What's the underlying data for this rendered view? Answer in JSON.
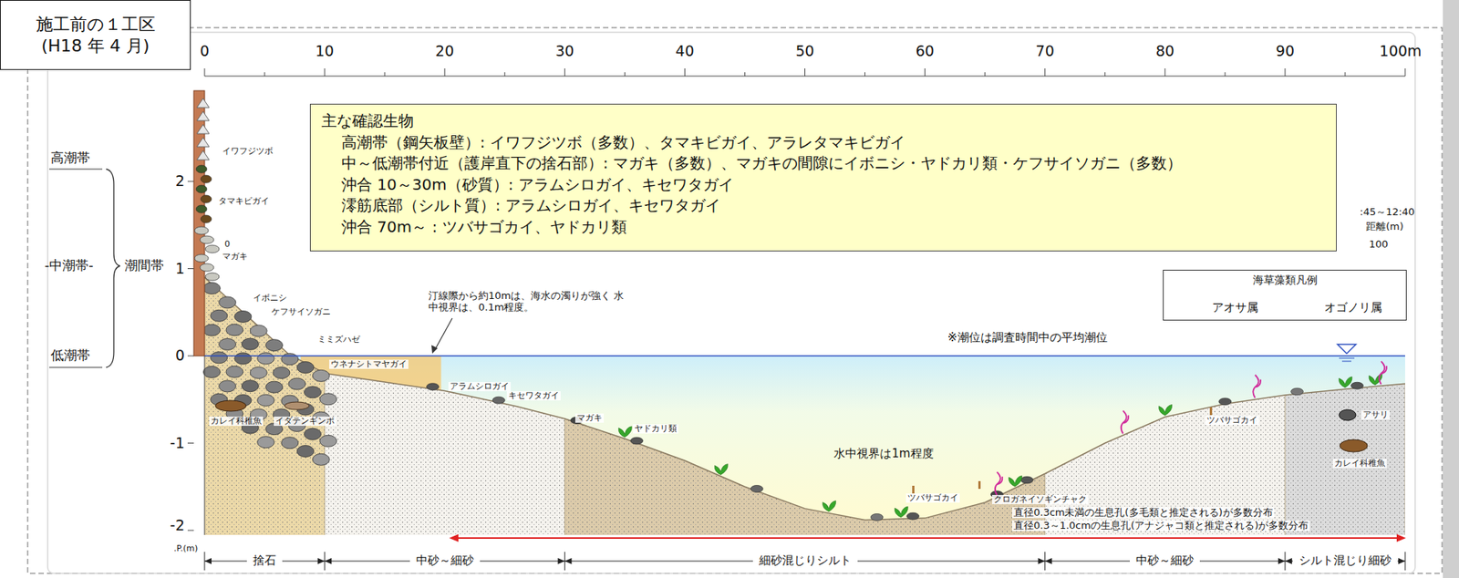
{
  "diagram": {
    "nodes": [
      {
        "text": [
          "施工前の１工区 (H18 年 4 月)"
        ]
      },
      {
        "text": [
          "主な確認生物",
          "高潮帯（鋼矢板壁）: イワフジツボ（多数）、タマキビガイ、アラレタマキビガイ",
          "中～低潮帯付近（護岸直下の捨石部）: マガキ（多数）、マガキの間隙にイボニシ・ヤドカリ類・ケフサイソガニ（多数）",
          "沖合 10～30m（砂質）: アラムシロガイ、キセワタガイ",
          "澪筋底部（シルト質）: アラムシロガイ、キセワタガイ",
          "沖合 70m～ : ツバサゴカイ、ヤドカリ類"
        ]
      },
      {
        "text": [
          "海草藻類凡例"
        ]
      }
    ],
    "labels": [
      "0",
      "10",
      "20",
      "30",
      "40",
      "50",
      "60",
      "70",
      "80",
      "90",
      "100m",
      "2",
      "1",
      "0",
      "-1",
      "-2",
      "高潮帯",
      "-中潮帯-",
      "低潮帯",
      "潮間帯",
      ":45～12:40",
      "距離(m)",
      "100",
      "イワフジツボ",
      "タマキビガイ",
      "0",
      "マガキ",
      "イボニシ",
      "ケフサイソガニ",
      "ミミズハゼ",
      "ウネナシトマヤガイ",
      "カレイ科稚魚",
      "イダテンギンポ",
      "汀線際から約10mは、海水の濁りが強く 水中視界は、0.1m程度。",
      "アラムシロガイ",
      "キセワタガイ",
      "マガキ",
      "ヤドカリ類",
      "※潮位は調査時間中の平均潮位",
      "水中視界は1m程度",
      "ツバサゴカイ",
      "クロガネイソギンチャク",
      "直径0.3cm未満の生息孔(多毛類と推定される)が多数分布",
      "直径0.3～1.0cmの生息孔(アナジャコ類と推定される)が多数分布",
      "ツバサゴカイ",
      "アサリ",
      "カレイ科稚魚",
      ".P.(m)",
      "捨石",
      "中砂～細砂",
      "細砂混じりシルト",
      "中砂～細砂",
      "シルト混じり細砂"
    ],
    "legend": [
      {
        "text": "アオサ属"
      },
      {
        "text": "オゴノリ属"
      }
    ]
  }
}
